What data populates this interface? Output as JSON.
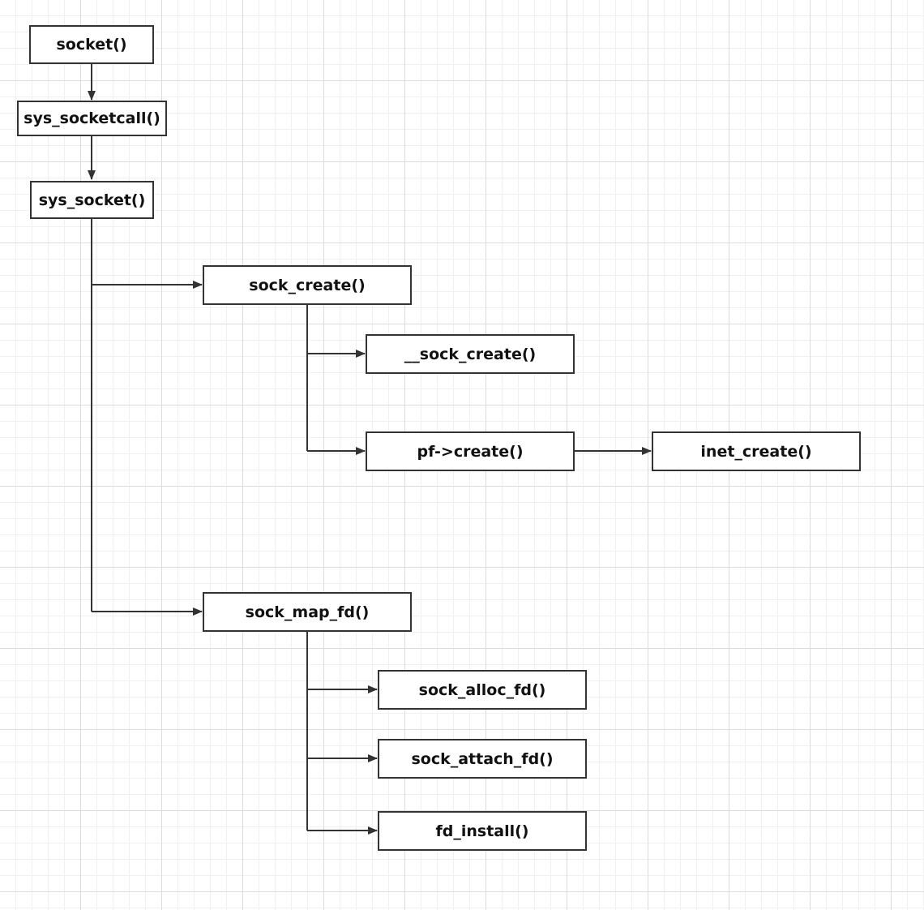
{
  "diagram": {
    "nodes": [
      {
        "id": "socket",
        "label": "socket()"
      },
      {
        "id": "sys_socketcall",
        "label": "sys_socketcall()"
      },
      {
        "id": "sys_socket",
        "label": "sys_socket()"
      },
      {
        "id": "sock_create",
        "label": "sock_create()"
      },
      {
        "id": "__sock_create",
        "label": "__sock_create()"
      },
      {
        "id": "pf_create",
        "label": "pf->create()"
      },
      {
        "id": "inet_create",
        "label": "inet_create()"
      },
      {
        "id": "sock_map_fd",
        "label": "sock_map_fd()"
      },
      {
        "id": "sock_alloc_fd",
        "label": "sock_alloc_fd()"
      },
      {
        "id": "sock_attach_fd",
        "label": "sock_attach_fd()"
      },
      {
        "id": "fd_install",
        "label": "fd_install()"
      }
    ],
    "edges": [
      {
        "from": "socket",
        "to": "sys_socketcall"
      },
      {
        "from": "sys_socketcall",
        "to": "sys_socket"
      },
      {
        "from": "sys_socket",
        "to": "sock_create"
      },
      {
        "from": "sys_socket",
        "to": "sock_map_fd"
      },
      {
        "from": "sock_create",
        "to": "__sock_create"
      },
      {
        "from": "sock_create",
        "to": "pf_create"
      },
      {
        "from": "pf_create",
        "to": "inet_create"
      },
      {
        "from": "sock_map_fd",
        "to": "sock_alloc_fd"
      },
      {
        "from": "sock_map_fd",
        "to": "sock_attach_fd"
      },
      {
        "from": "sock_map_fd",
        "to": "fd_install"
      }
    ]
  }
}
